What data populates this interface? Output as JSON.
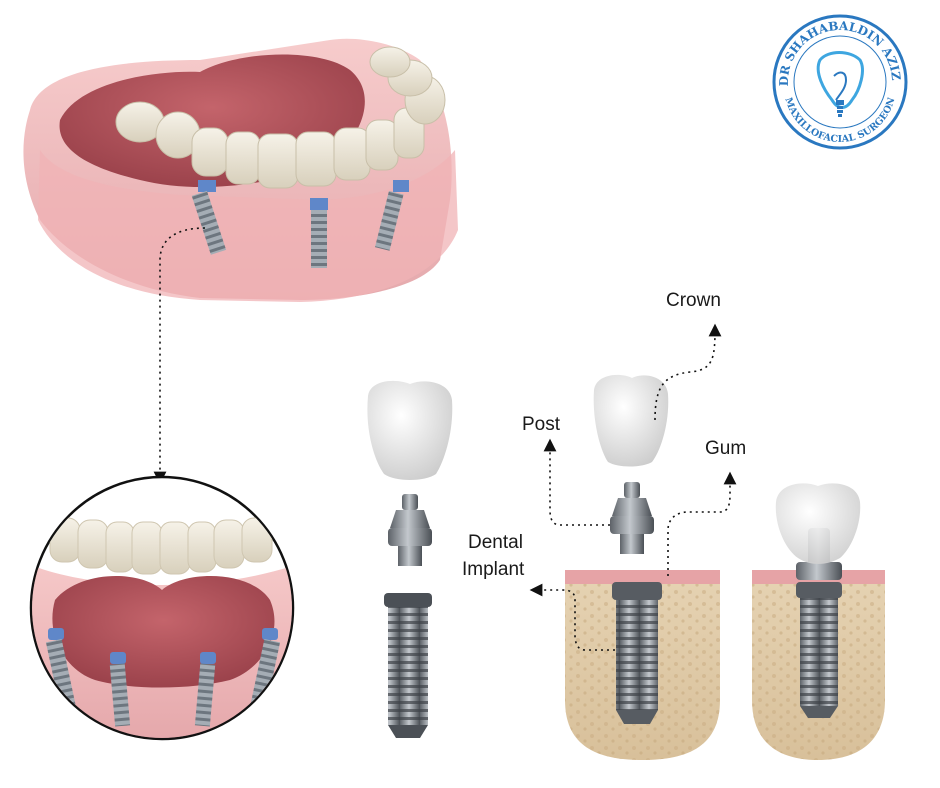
{
  "labels": {
    "crown": "Crown",
    "post": "Post",
    "gum": "Gum",
    "dental": "Dental",
    "implant": "Implant"
  },
  "logo": {
    "text_top": "DR SHAHABALDIN AZIZI",
    "text_bottom": "MAXILLOFACIAL SURGEON",
    "icon": "tooth-implant-profile-icon"
  },
  "colors": {
    "gum": "#e9a3a8",
    "tongue": "#b5545c",
    "tooth": "#f3efe6",
    "metal": "#8c9298",
    "bone": "#dcc6a4",
    "logo_blue": "#2a78c0"
  }
}
